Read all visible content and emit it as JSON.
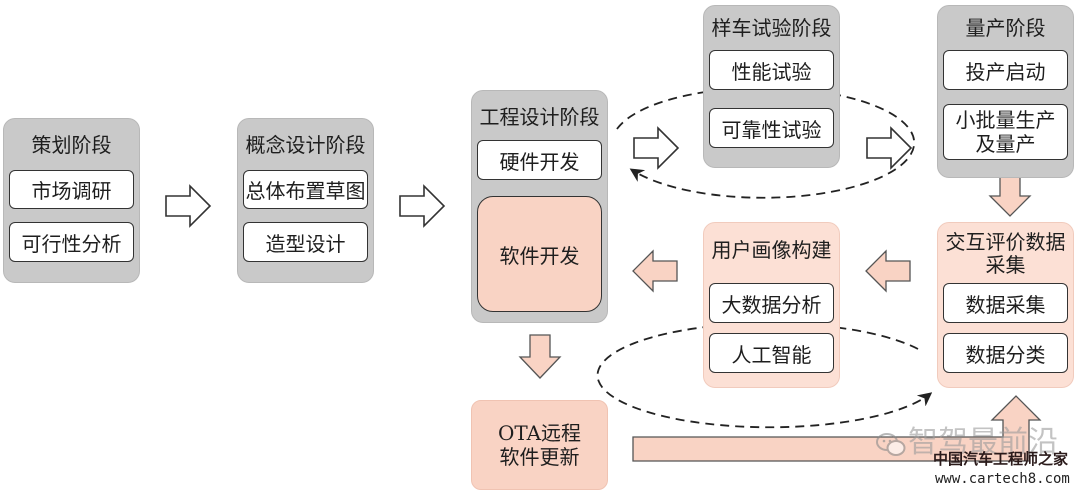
{
  "stages": {
    "planning": {
      "title": "策划阶段",
      "items": [
        "市场调研",
        "可行性分析"
      ]
    },
    "concept_design": {
      "title": "概念设计阶段",
      "items": [
        "总体布置草图",
        "造型设计"
      ]
    },
    "engineering_design": {
      "title": "工程设计阶段",
      "items": [
        "硬件开发",
        "软件开发"
      ]
    },
    "prototype_test": {
      "title": "样车试验阶段",
      "items": [
        "性能试验",
        "可靠性试验"
      ]
    },
    "mass_production": {
      "title": "量产阶段",
      "items": [
        "投产启动"
      ],
      "item_lines": [
        "小批量生产",
        "及量产"
      ]
    }
  },
  "feedback": {
    "interaction_data": {
      "title_lines": [
        "交互评价数据",
        "采集"
      ],
      "items": [
        "数据采集",
        "数据分类"
      ]
    },
    "user_profile": {
      "title": "用户画像构建",
      "items": [
        "大数据分析",
        "人工智能"
      ]
    },
    "ota": {
      "lines": [
        "OTA远程",
        "软件更新"
      ]
    }
  },
  "watermark": {
    "brand": "智驾最前沿",
    "site_name": "中国汽车工程师之家",
    "url": "www.cartech8.com",
    "logo_icon": "wechat-icon"
  },
  "colors": {
    "stage_fill": "#c9c9c9",
    "box_fill": "#ffffff",
    "box_border": "#333333",
    "pink_fill": "#f9d3c4",
    "pink_light_fill": "#fce0d5",
    "arrow_stroke": "#333333",
    "dashed_line": "#222222",
    "watermark_gray": "#9c9c9c"
  }
}
